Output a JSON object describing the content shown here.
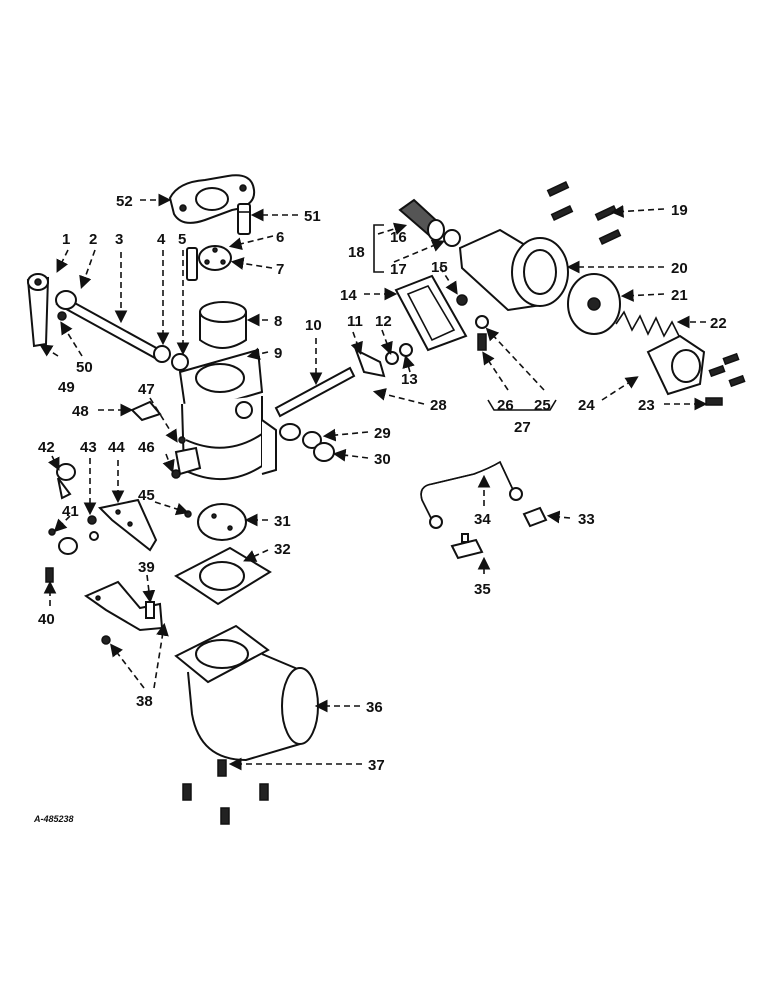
{
  "diagram": {
    "drawing_ref": "A-485238",
    "callouts": [
      "1",
      "2",
      "3",
      "4",
      "5",
      "6",
      "7",
      "8",
      "9",
      "10",
      "11",
      "12",
      "13",
      "14",
      "15",
      "16",
      "17",
      "18",
      "19",
      "20",
      "21",
      "22",
      "23",
      "24",
      "25",
      "26",
      "27",
      "28",
      "29",
      "30",
      "31",
      "32",
      "33",
      "34",
      "35",
      "36",
      "37",
      "38",
      "39",
      "40",
      "41",
      "42",
      "43",
      "44",
      "45",
      "46",
      "47",
      "48",
      "49",
      "50",
      "51",
      "52"
    ]
  }
}
